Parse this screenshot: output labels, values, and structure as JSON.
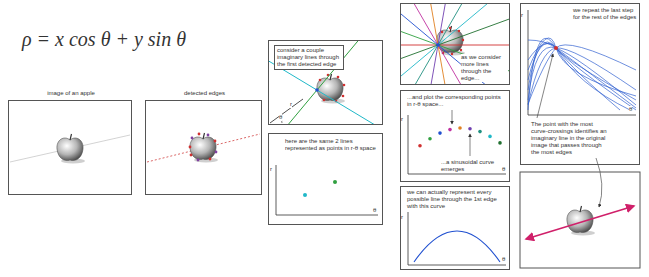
{
  "diagram": {
    "nodes": [
      {
        "text": [
          "image of an apple"
        ]
      },
      {
        "text": [
          "detected edges"
        ]
      },
      {
        "text": [
          "consider a couple imaginary lines through the first detected edge"
        ]
      },
      {
        "text": [
          "here are the same 2 lines represented as points in r-θ space"
        ]
      },
      {
        "text": [
          "as we consider more lines through the edge..."
        ]
      },
      {
        "text": [
          "...and plot the corresponding points in r-θ space...",
          "...a sinusoidal curve emerges"
        ]
      },
      {
        "text": [
          "we can actually represent every possible line through the 1st edge with this curve"
        ]
      },
      {
        "text": [
          "we repeat the last step for the rest of the edges",
          "The point with the most curve-crossings identifies an imaginary line in the original image that passes through the most edges"
        ]
      }
    ],
    "labels": [
      "ρ = x cos θ + y sin θ",
      "θ",
      "r",
      "r",
      "θ",
      "r",
      "θ",
      "r",
      "θ",
      "r",
      "θ"
    ]
  }
}
